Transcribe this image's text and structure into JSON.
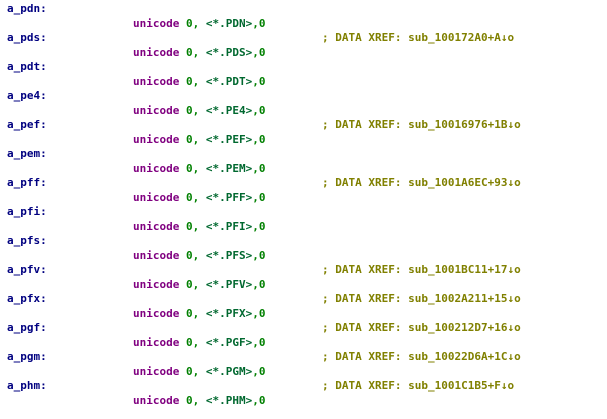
{
  "view": {
    "name": "ida-disassembly-listing",
    "background": "#ffffff",
    "colors": {
      "label": "#000080",
      "keyword": "#800080",
      "number": "#008000",
      "string": "#00682f",
      "comment": "#808000"
    }
  },
  "syntax": {
    "keyword": "unicode",
    "arg_zero": "0",
    "comma_space": ", ",
    "tail": ",0",
    "xref_prefix": "; DATA XREF:",
    "xref_suffix_arrow": "↓",
    "xref_suffix_letter": "o"
  },
  "lines": [
    {
      "label": "a_pdn:",
      "string": "<*.PDN>",
      "xref": ""
    },
    {
      "label": "a_pds:",
      "string": "<*.PDS>",
      "xref": "sub_100172A0+A"
    },
    {
      "label": "a_pdt:",
      "string": "<*.PDT>",
      "xref": ""
    },
    {
      "label": "a_pe4:",
      "string": "<*.PE4>",
      "xref": ""
    },
    {
      "label": "a_pef:",
      "string": "<*.PEF>",
      "xref": "sub_10016976+1B"
    },
    {
      "label": "a_pem:",
      "string": "<*.PEM>",
      "xref": ""
    },
    {
      "label": "a_pff:",
      "string": "<*.PFF>",
      "xref": "sub_1001A6EC+93"
    },
    {
      "label": "a_pfi:",
      "string": "<*.PFI>",
      "xref": ""
    },
    {
      "label": "a_pfs:",
      "string": "<*.PFS>",
      "xref": ""
    },
    {
      "label": "a_pfv:",
      "string": "<*.PFV>",
      "xref": "sub_1001BC11+17"
    },
    {
      "label": "a_pfx:",
      "string": "<*.PFX>",
      "xref": "sub_1002A211+15"
    },
    {
      "label": "a_pgf:",
      "string": "<*.PGF>",
      "xref": "sub_100212D7+16"
    },
    {
      "label": "a_pgm:",
      "string": "<*.PGM>",
      "xref": "sub_10022D6A+1C"
    },
    {
      "label": "a_phm:",
      "string": "<*.PHM>",
      "xref": "sub_1001C1B5+F"
    }
  ]
}
